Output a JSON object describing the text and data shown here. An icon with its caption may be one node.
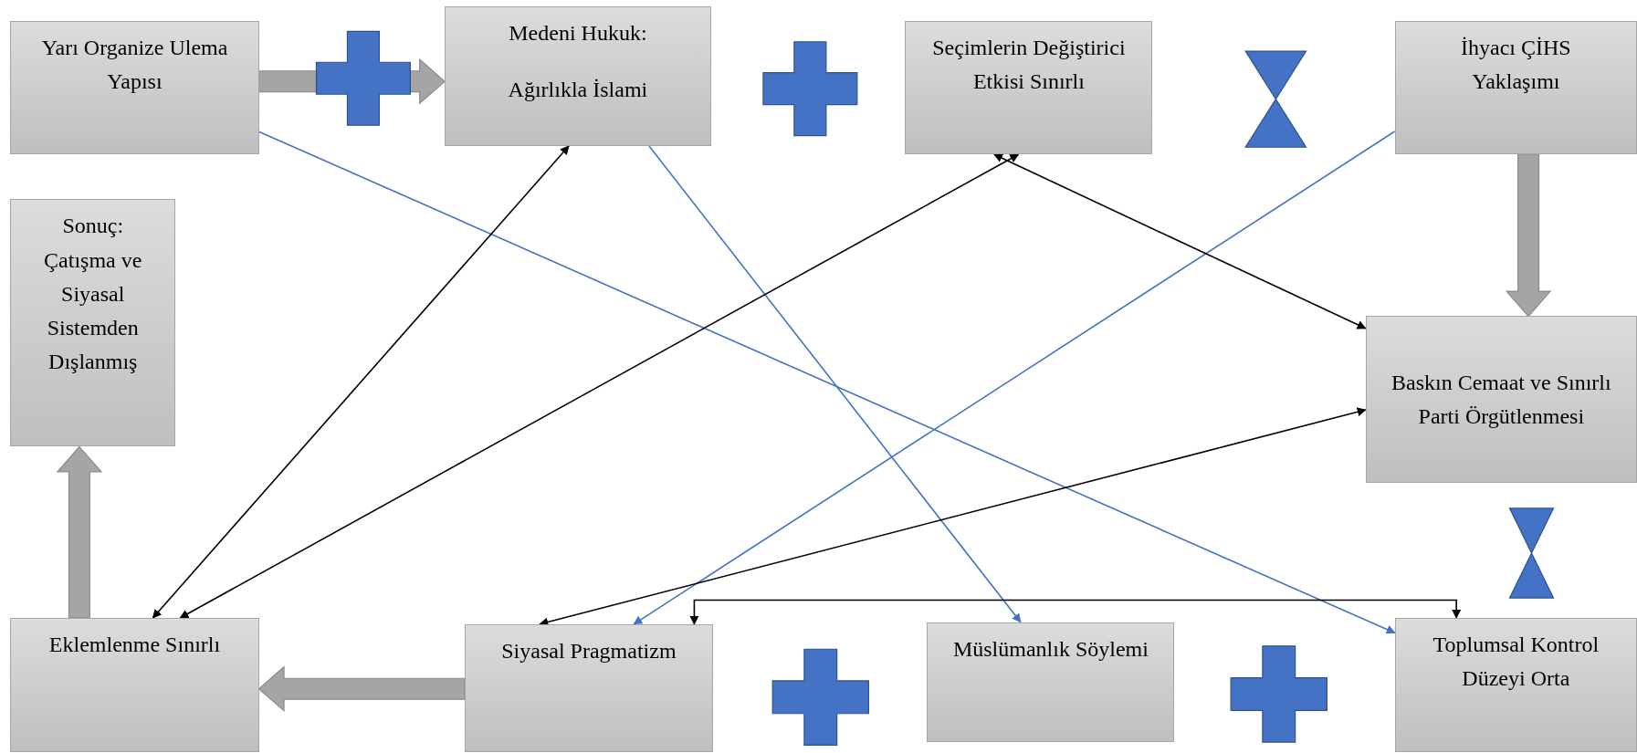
{
  "diagram": {
    "nodes": [
      {
        "text": [
          "Yarı Organize Ulema Yapısı"
        ]
      },
      {
        "text": [
          "Medeni Hukuk:",
          "Ağırlıkla İslami"
        ]
      },
      {
        "text": [
          "Seçimlerin Değiştirici Etkisi Sınırlı"
        ]
      },
      {
        "text": [
          "İhyacı ÇİHS Yaklaşımı"
        ]
      },
      {
        "text": [
          "Sonuç: Çatışma ve Siyasal Sistemden Dışlanmış"
        ]
      },
      {
        "text": [
          "Baskın Cemaat ve Sınırlı Parti Örgütlenmesi"
        ]
      },
      {
        "text": [
          "Eklemlenme Sınırlı"
        ]
      },
      {
        "text": [
          "Siyasal Pragmatizm"
        ]
      },
      {
        "text": [
          "Müslümanlık Söylemi"
        ]
      },
      {
        "text": [
          "Toplumsal Kontrol Düzeyi Orta"
        ]
      }
    ],
    "edges": [
      {
        "from": 0,
        "to": 1,
        "arrow": "to",
        "style": "thick",
        "color": "#a5a5a5"
      },
      {
        "from": 3,
        "to": 5,
        "arrow": "to",
        "style": "thick",
        "color": "#a5a5a5"
      },
      {
        "from": 7,
        "to": 6,
        "arrow": "to",
        "style": "thick",
        "color": "#a5a5a5"
      },
      {
        "from": 6,
        "to": 4,
        "arrow": "to",
        "style": "thick",
        "color": "#a5a5a5"
      },
      {
        "from": 0,
        "to": 9,
        "arrow": "to",
        "color": "#4472c4"
      },
      {
        "from": 1,
        "to": 8,
        "arrow": "to",
        "color": "#4472c4"
      },
      {
        "from": 3,
        "to": 7,
        "arrow": "to",
        "color": "#4472c4"
      },
      {
        "from": 6,
        "to": 1,
        "arrow": "both"
      },
      {
        "from": 6,
        "to": 2,
        "arrow": "both"
      },
      {
        "from": 2,
        "to": 5,
        "arrow": "both"
      },
      {
        "from": 7,
        "to": 5,
        "arrow": "both"
      },
      {
        "from": 7,
        "to": 9,
        "arrow": "both"
      }
    ]
  }
}
